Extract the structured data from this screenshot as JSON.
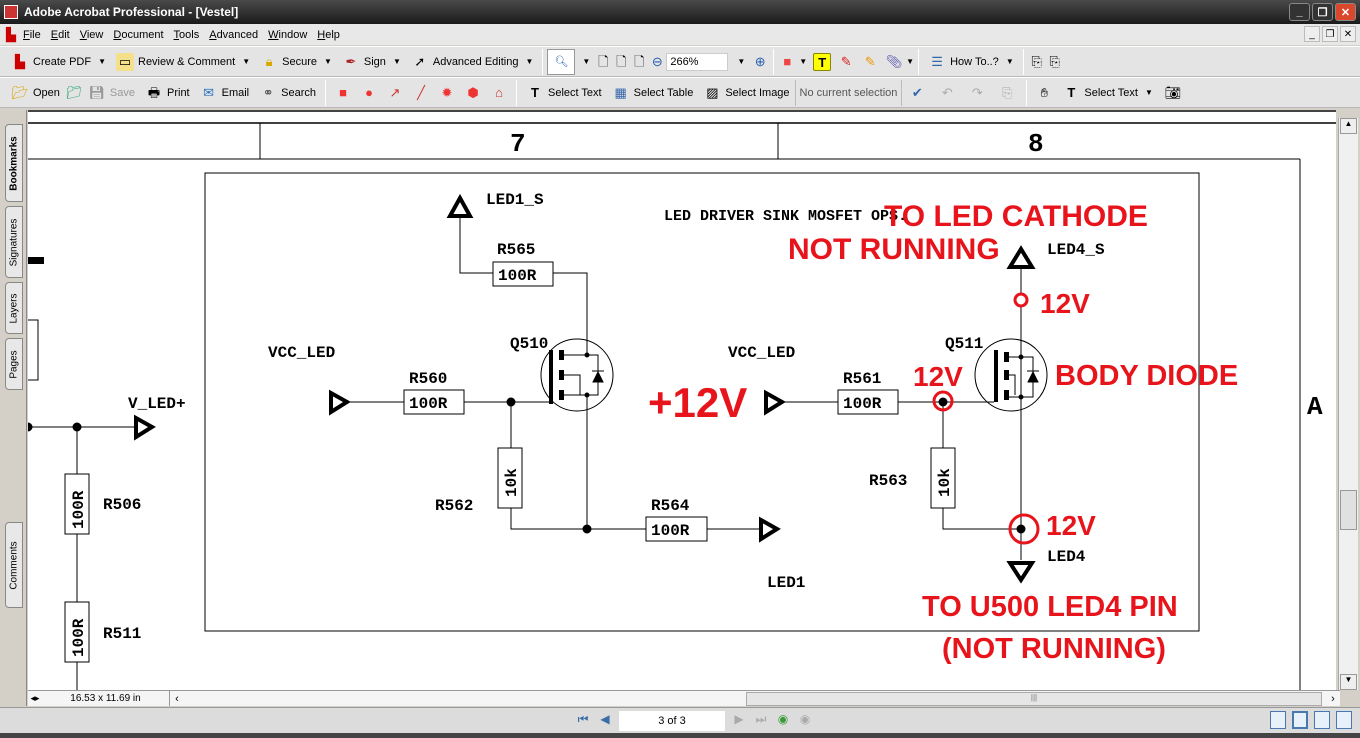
{
  "window": {
    "title": "Adobe Acrobat Professional - [Vestel]"
  },
  "menu": [
    "File",
    "Edit",
    "View",
    "Document",
    "Tools",
    "Advanced",
    "Window",
    "Help"
  ],
  "toolbar1": {
    "create_pdf": "Create PDF",
    "review": "Review & Comment",
    "secure": "Secure",
    "sign": "Sign",
    "advanced_editing": "Advanced Editing",
    "zoom_value": "266%",
    "how_to": "How To..?"
  },
  "toolbar2": {
    "open": "Open",
    "save": "Save",
    "print": "Print",
    "email": "Email",
    "search": "Search",
    "select_text": "Select Text",
    "select_table": "Select Table",
    "select_image": "Select Image",
    "selection_status": "No current selection",
    "select_text_tool": "Select Text"
  },
  "nav_tabs": [
    "Bookmarks",
    "Signatures",
    "Layers",
    "Pages",
    "Comments"
  ],
  "schematic": {
    "columns": [
      "7",
      "8"
    ],
    "row_label": "A",
    "title": "LED DRIVER SINK MOSFET OPS.",
    "nets": {
      "v_led": "V_LED+",
      "vcc_led_1": "VCC_LED",
      "vcc_led_2": "VCC_LED",
      "led1_s": "LED1_S",
      "led1": "LED1",
      "led4_s": "LED4_S",
      "led4": "LED4"
    },
    "parts": {
      "r506": {
        "ref": "R506",
        "value": "100R"
      },
      "r511": {
        "ref": "R511",
        "value": "100R"
      },
      "r565": {
        "ref": "R565",
        "value": "100R"
      },
      "r560": {
        "ref": "R560",
        "value": "100R"
      },
      "r562": {
        "ref": "R562",
        "value": "10k"
      },
      "r564": {
        "ref": "R564",
        "value": "100R"
      },
      "r561": {
        "ref": "R561",
        "value": "100R"
      },
      "r563": {
        "ref": "R563",
        "value": "10k"
      },
      "q510": "Q510",
      "q511": "Q511"
    },
    "annotations": {
      "plus12v": "+12V",
      "to_led_cathode": "TO LED CATHODE",
      "not_running": "NOT RUNNING",
      "v_drain": "12V",
      "v_gate": "12V",
      "v_source": "12V",
      "body_diode": "BODY DIODE",
      "to_u500": "TO U500 LED4 PIN",
      "not_running_paren": "(NOT RUNNING)"
    },
    "annotation_color": "#e8141b"
  },
  "statusbar": {
    "page_size": "16.53 x 11.69 in",
    "page": "3 of 3"
  }
}
